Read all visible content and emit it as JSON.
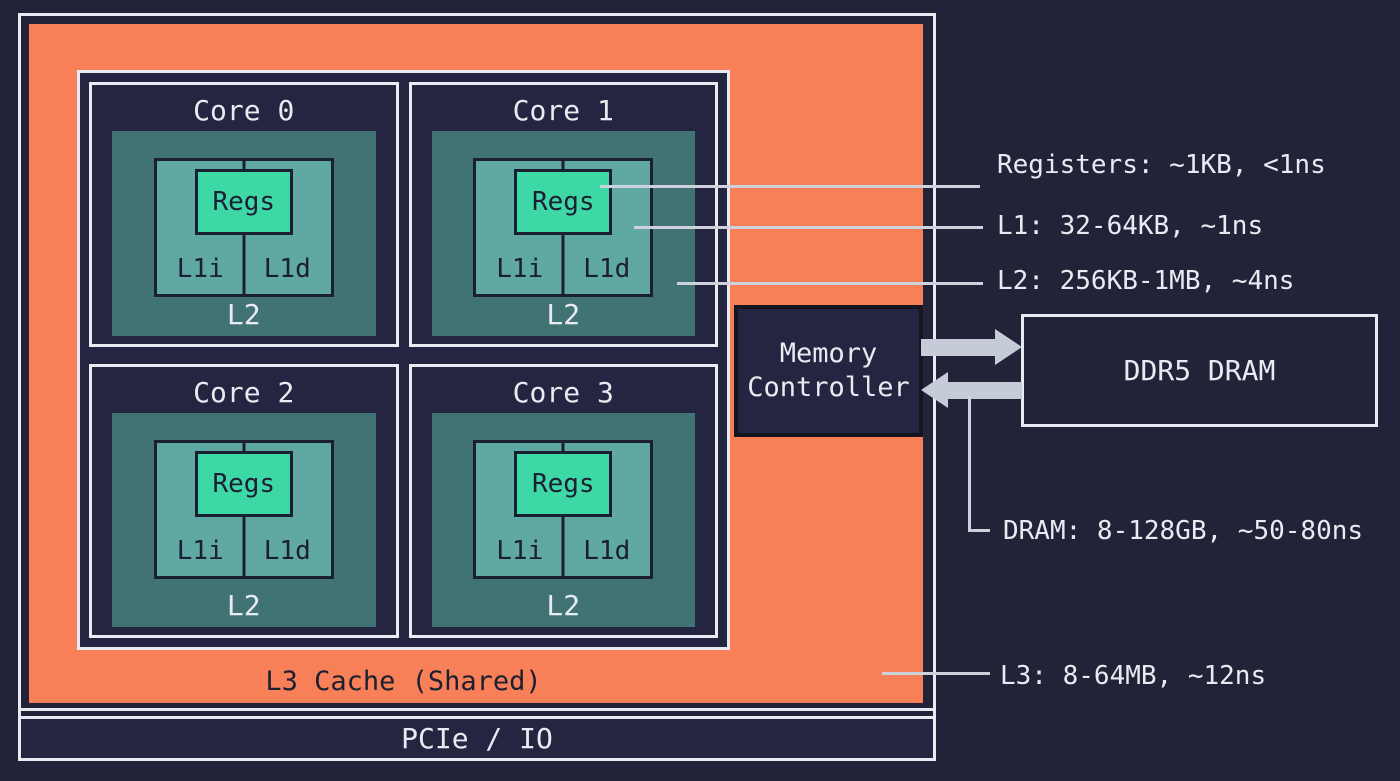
{
  "chip": {
    "cores": [
      {
        "label": "Core 0",
        "regs_label": "Regs",
        "l1i_label": "L1i",
        "l1d_label": "L1d",
        "l2_label": "L2"
      },
      {
        "label": "Core 1",
        "regs_label": "Regs",
        "l1i_label": "L1i",
        "l1d_label": "L1d",
        "l2_label": "L2"
      },
      {
        "label": "Core 2",
        "regs_label": "Regs",
        "l1i_label": "L1i",
        "l1d_label": "L1d",
        "l2_label": "L2"
      },
      {
        "label": "Core 3",
        "regs_label": "Regs",
        "l1i_label": "L1i",
        "l1d_label": "L1d",
        "l2_label": "L2"
      }
    ],
    "l3_label": "L3 Cache (Shared)",
    "pcie_label": "PCIe / IO"
  },
  "memory_controller": {
    "line1": "Memory",
    "line2": "Controller"
  },
  "dram": {
    "label": "DDR5 DRAM"
  },
  "annotations": {
    "registers": "Registers: ~1KB, <1ns",
    "l1": "L1: 32-64KB, ~1ns",
    "l2": "L2: 256KB-1MB, ~4ns",
    "dram": "DRAM: 8-128GB, ~50-80ns",
    "l3": "L3: 8-64MB, ~12ns"
  },
  "colors": {
    "bg": "#222338",
    "box": "#242541",
    "orange": "#f88058",
    "teal_dark": "#417375",
    "teal_mid": "#5fa8a4",
    "mint": "#3dd8a5",
    "white": "#e8ebf2",
    "arrow": "#c6cbd8",
    "line": "#ccd1dc",
    "dark_border": "#1b2030",
    "mc_border": "#13151f",
    "dark_text": "#1c1f31"
  }
}
